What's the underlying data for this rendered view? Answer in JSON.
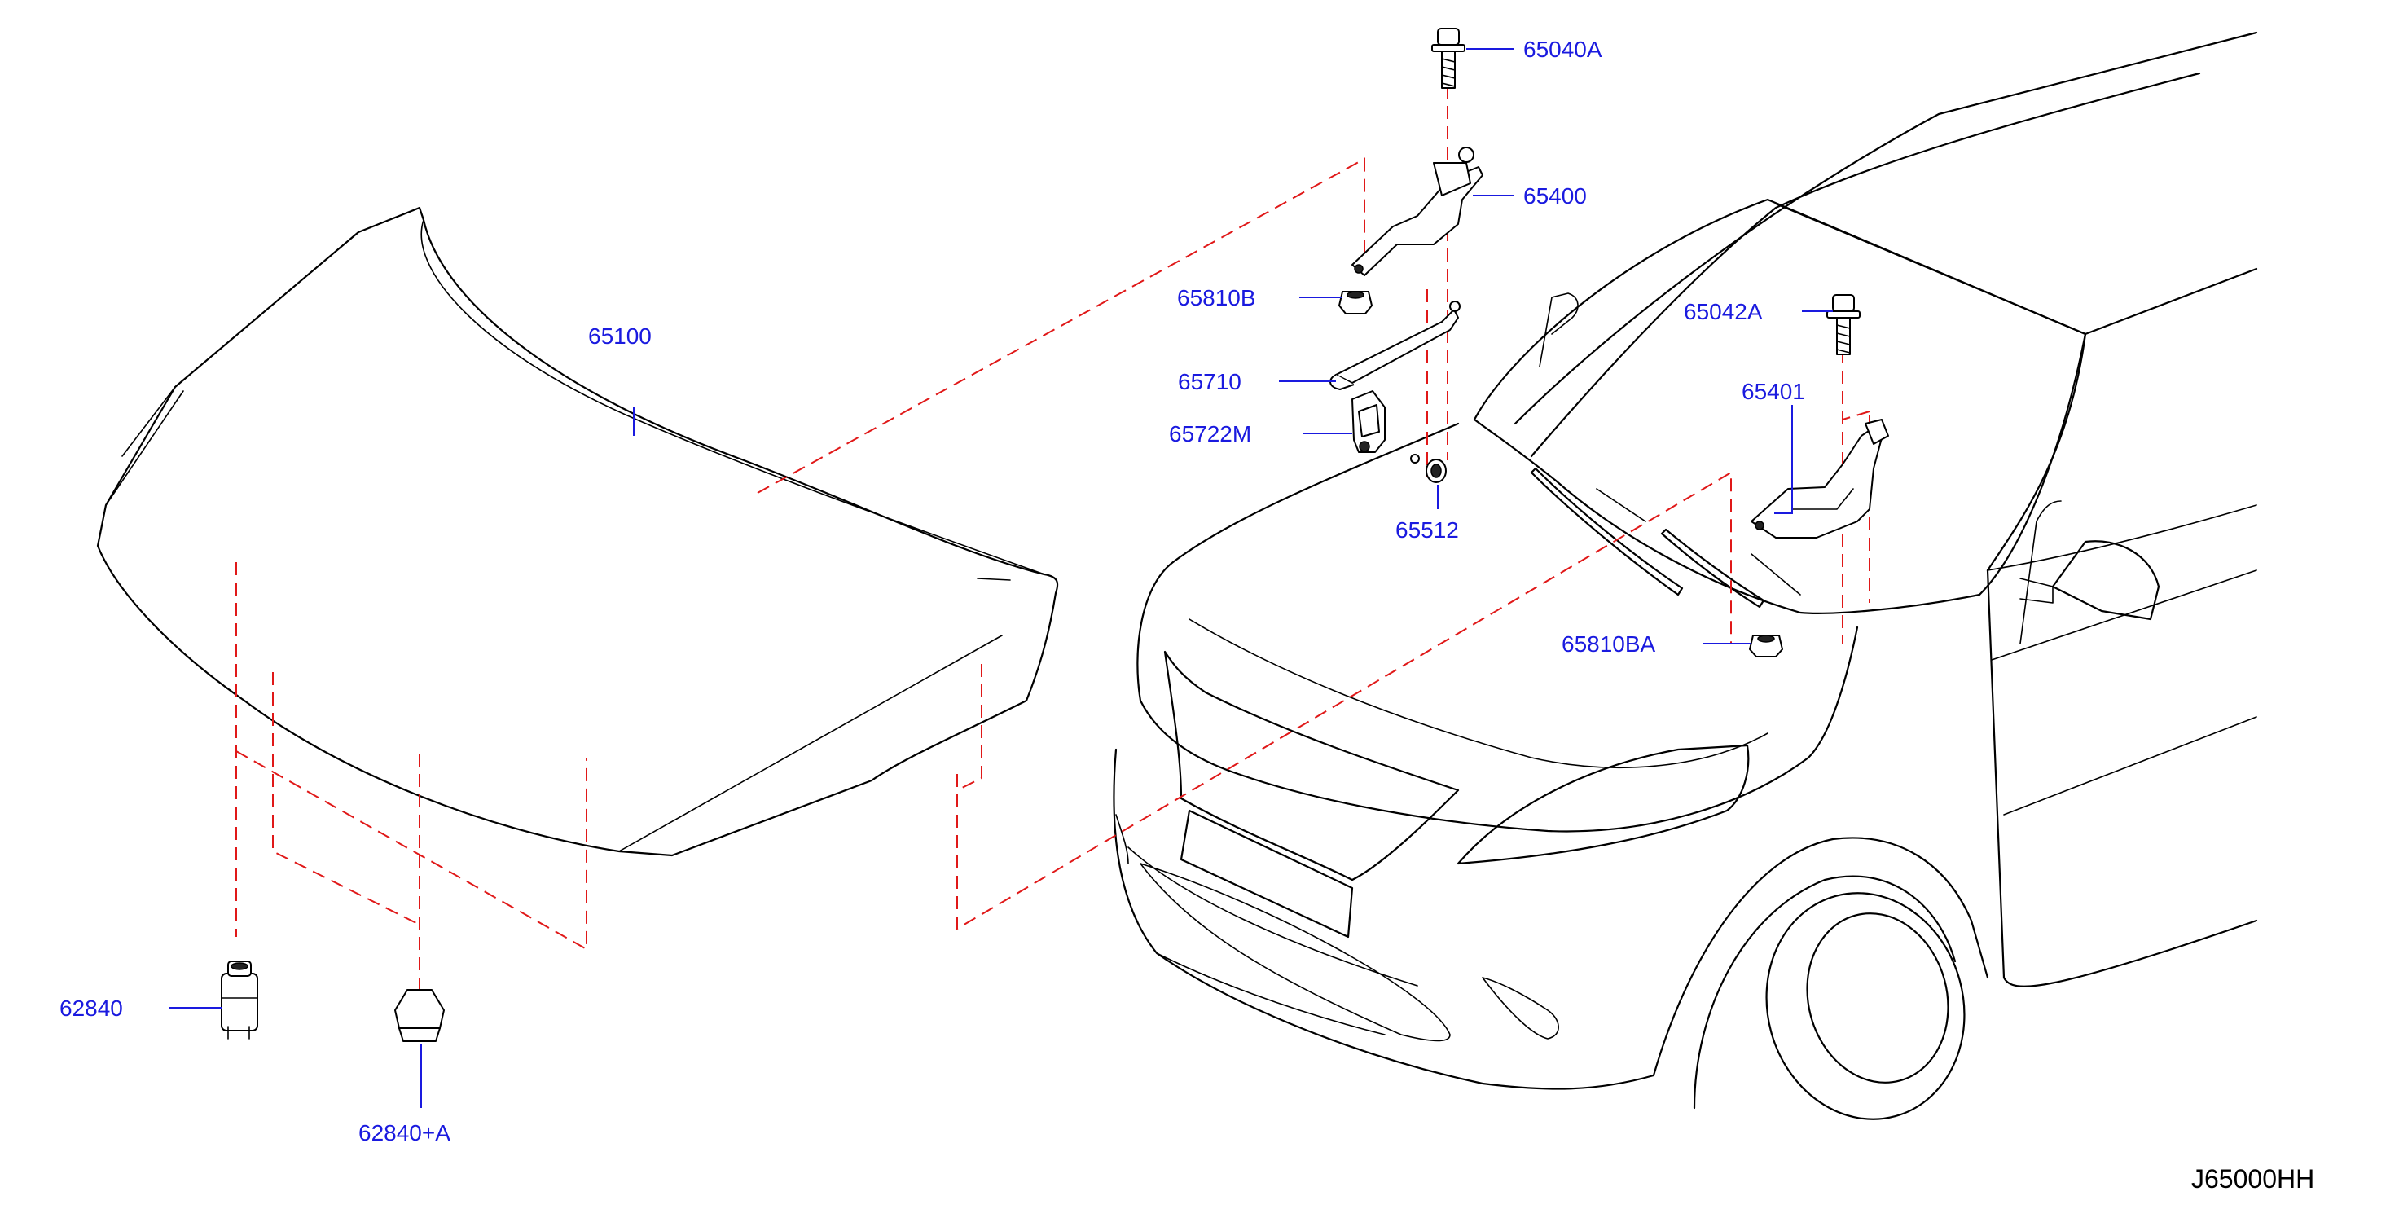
{
  "diagram_id": "J65000HH",
  "colors": {
    "callout_text": "#1a1adf",
    "leader_line": "#1a1adf",
    "phantom_line": "#e01818",
    "outline": "#000000",
    "background": "#ffffff"
  },
  "callouts": {
    "p65040A": "65040A",
    "p65400": "65400",
    "p65810B": "65810B",
    "p65710": "65710",
    "p65722M": "65722M",
    "p65512": "65512",
    "p65100": "65100",
    "p65042A": "65042A",
    "p65401": "65401",
    "p65810BA": "65810BA",
    "p62840": "62840",
    "p62840A": "62840+A"
  }
}
